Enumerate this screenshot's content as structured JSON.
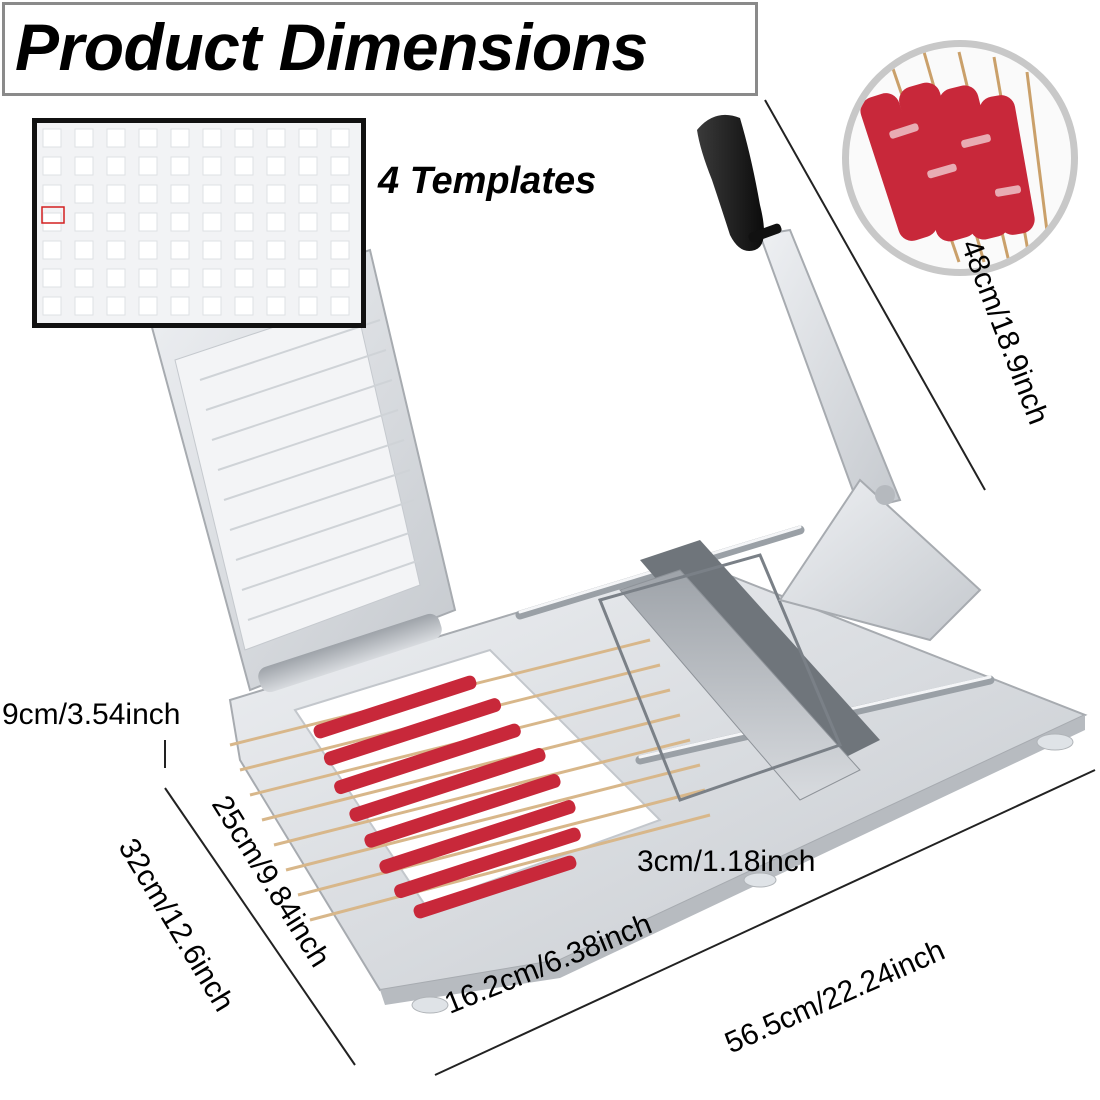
{
  "title": "Product Dimensions",
  "templates_label": "4 Templates",
  "dimensions": {
    "height": "48cm/18.9inch",
    "blade_height": "9cm/3.54inch",
    "inner_width": "25cm/9.84inch",
    "base_width": "32cm/12.6inch",
    "tray_length": "16.2cm/6.38inch",
    "base_length": "56.5cm/22.24inch",
    "gap": "3cm/1.18inch"
  },
  "colors": {
    "meat": "#c8283a",
    "steel": "#c9ccd1",
    "handle": "#1a1a1a",
    "frame": "#8a8a8a"
  }
}
